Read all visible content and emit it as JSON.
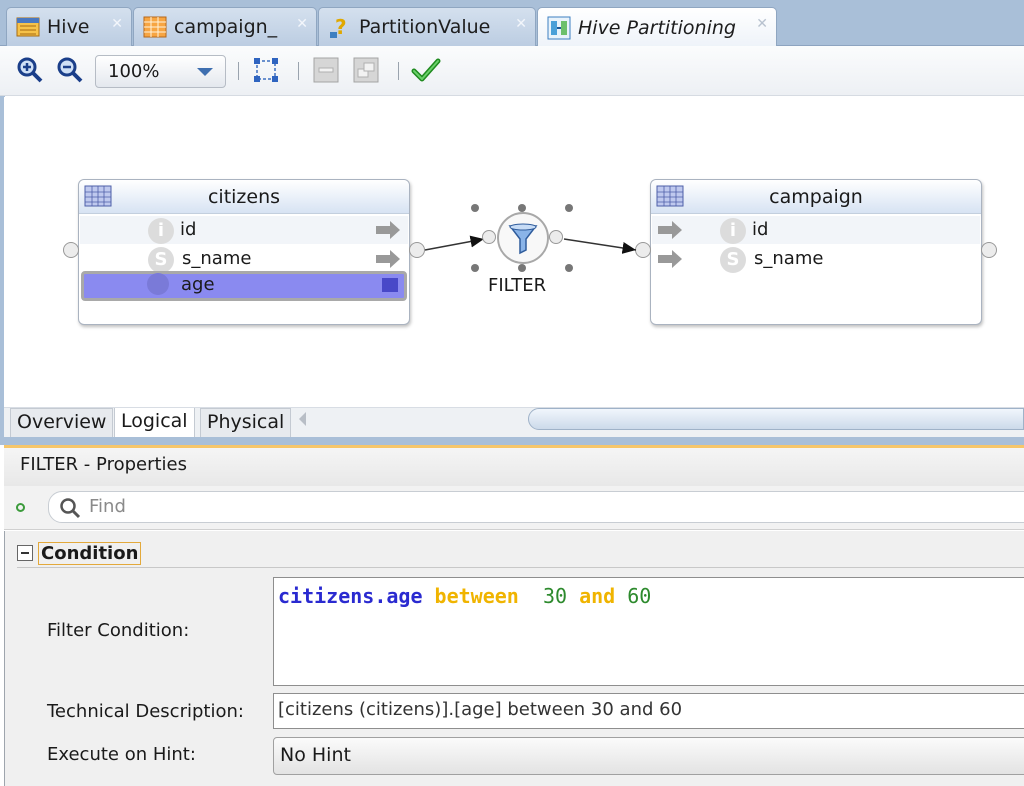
{
  "tabs": [
    {
      "label": "Hive",
      "icon": "hive-model-icon",
      "active": false
    },
    {
      "label": "campaign_",
      "icon": "datastore-table-icon",
      "active": false
    },
    {
      "label": "PartitionValue",
      "icon": "variable-icon",
      "active": false
    },
    {
      "label": "Hive Partitioning",
      "icon": "mapping-icon",
      "active": true
    }
  ],
  "toolbar": {
    "zoom_in_icon": "zoom-in-icon",
    "zoom_out_icon": "zoom-out-icon",
    "zoom_value": "100%",
    "fit_icon": "fit-to-window-icon",
    "validate_icon": "validate-checkmark-icon"
  },
  "diagram": {
    "source": {
      "title": "citizens",
      "attributes": [
        {
          "name": "id",
          "type_letter": "i"
        },
        {
          "name": "s_name",
          "type_letter": "S"
        },
        {
          "name": "age",
          "type_letter": "",
          "selected": true
        }
      ]
    },
    "filter": {
      "label": "FILTER"
    },
    "target": {
      "title": "campaign",
      "attributes": [
        {
          "name": "id",
          "type_letter": "i"
        },
        {
          "name": "s_name",
          "type_letter": "S"
        }
      ]
    }
  },
  "view_tabs": [
    {
      "label": "Overview",
      "selected": false
    },
    {
      "label": "Logical",
      "selected": true
    },
    {
      "label": "Physical",
      "selected": false
    }
  ],
  "properties": {
    "title": "FILTER - Properties",
    "find_placeholder": "Find",
    "section": "Condition",
    "filter_condition_label": "Filter Condition:",
    "condition": {
      "field": "citizens.age",
      "op1": "between",
      "val1": "30",
      "op2": "and",
      "val2": "60"
    },
    "technical_description_label": "Technical Description:",
    "technical_description": "[citizens (citizens)].[age] between  30 and 60",
    "execute_on_hint_label": "Execute on Hint:",
    "execute_on_hint": "No Hint"
  },
  "colors": {
    "tabbar": "#a9bfd8",
    "selection": "#8a8af0",
    "keyword_field": "#2a2ad0",
    "keyword_operator": "#f0b400",
    "number": "#2d8a2d"
  }
}
